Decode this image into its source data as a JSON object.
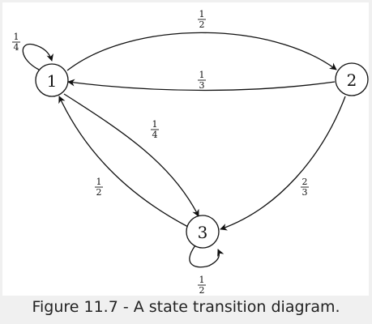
{
  "diagram": {
    "nodes": [
      {
        "id": "1",
        "label": "1"
      },
      {
        "id": "2",
        "label": "2"
      },
      {
        "id": "3",
        "label": "3"
      }
    ],
    "edges": [
      {
        "from": "1",
        "to": "1",
        "label_num": "1",
        "label_den": "4"
      },
      {
        "from": "1",
        "to": "2",
        "label_num": "1",
        "label_den": "2"
      },
      {
        "from": "2",
        "to": "1",
        "label_num": "1",
        "label_den": "3"
      },
      {
        "from": "1",
        "to": "3",
        "label_num": "1",
        "label_den": "4"
      },
      {
        "from": "3",
        "to": "1",
        "label_num": "1",
        "label_den": "2"
      },
      {
        "from": "2",
        "to": "3",
        "label_num": "2",
        "label_den": "3"
      },
      {
        "from": "3",
        "to": "3",
        "label_num": "1",
        "label_den": "2"
      }
    ]
  },
  "caption": "Figure 11.7 - A state transition diagram."
}
